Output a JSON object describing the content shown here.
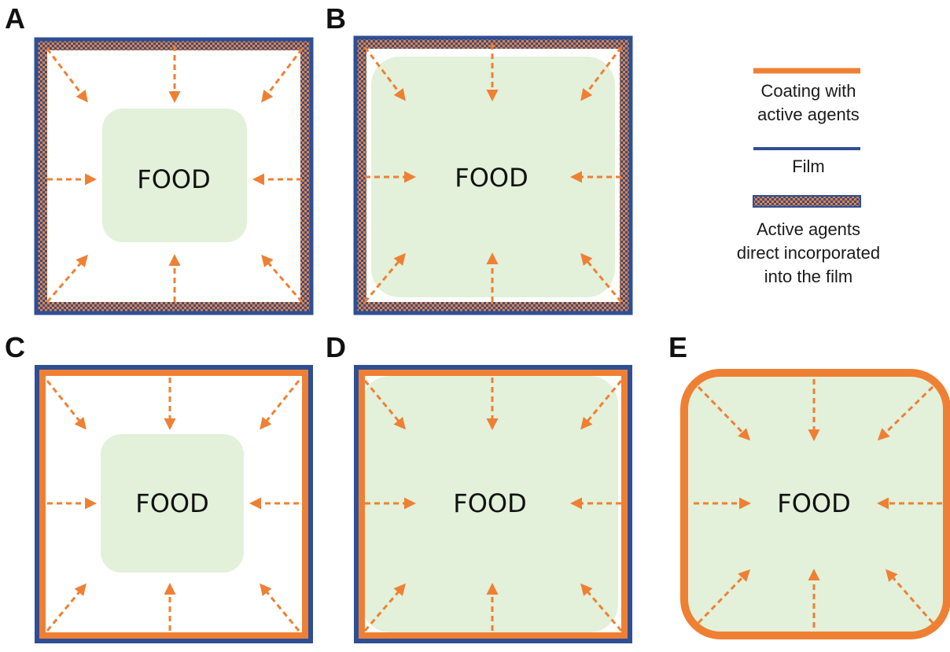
{
  "colors": {
    "film": "#2f4f94",
    "coating": "#ef8033",
    "food": "#e3f0da",
    "arrow": "#ef8033"
  },
  "panels": [
    {
      "letter": "A",
      "food_label": "FOOD",
      "wall": "checker",
      "food_size": "small"
    },
    {
      "letter": "B",
      "food_label": "FOOD",
      "wall": "checker",
      "food_size": "large"
    },
    {
      "letter": "C",
      "food_label": "FOOD",
      "wall": "coating-film",
      "food_size": "small"
    },
    {
      "letter": "D",
      "food_label": "FOOD",
      "wall": "coating-film",
      "food_size": "large"
    },
    {
      "letter": "E",
      "food_label": "FOOD",
      "wall": "coating-only",
      "food_size": "full"
    }
  ],
  "legend": {
    "coating": {
      "lines": [
        "Coating with",
        "active agents"
      ],
      "icon": "orange-line"
    },
    "film": {
      "lines": [
        "Film"
      ],
      "icon": "blue-line"
    },
    "incorporated": {
      "lines": [
        "Active agents",
        "direct incorporated",
        "into the film"
      ],
      "icon": "checker-bar"
    }
  }
}
